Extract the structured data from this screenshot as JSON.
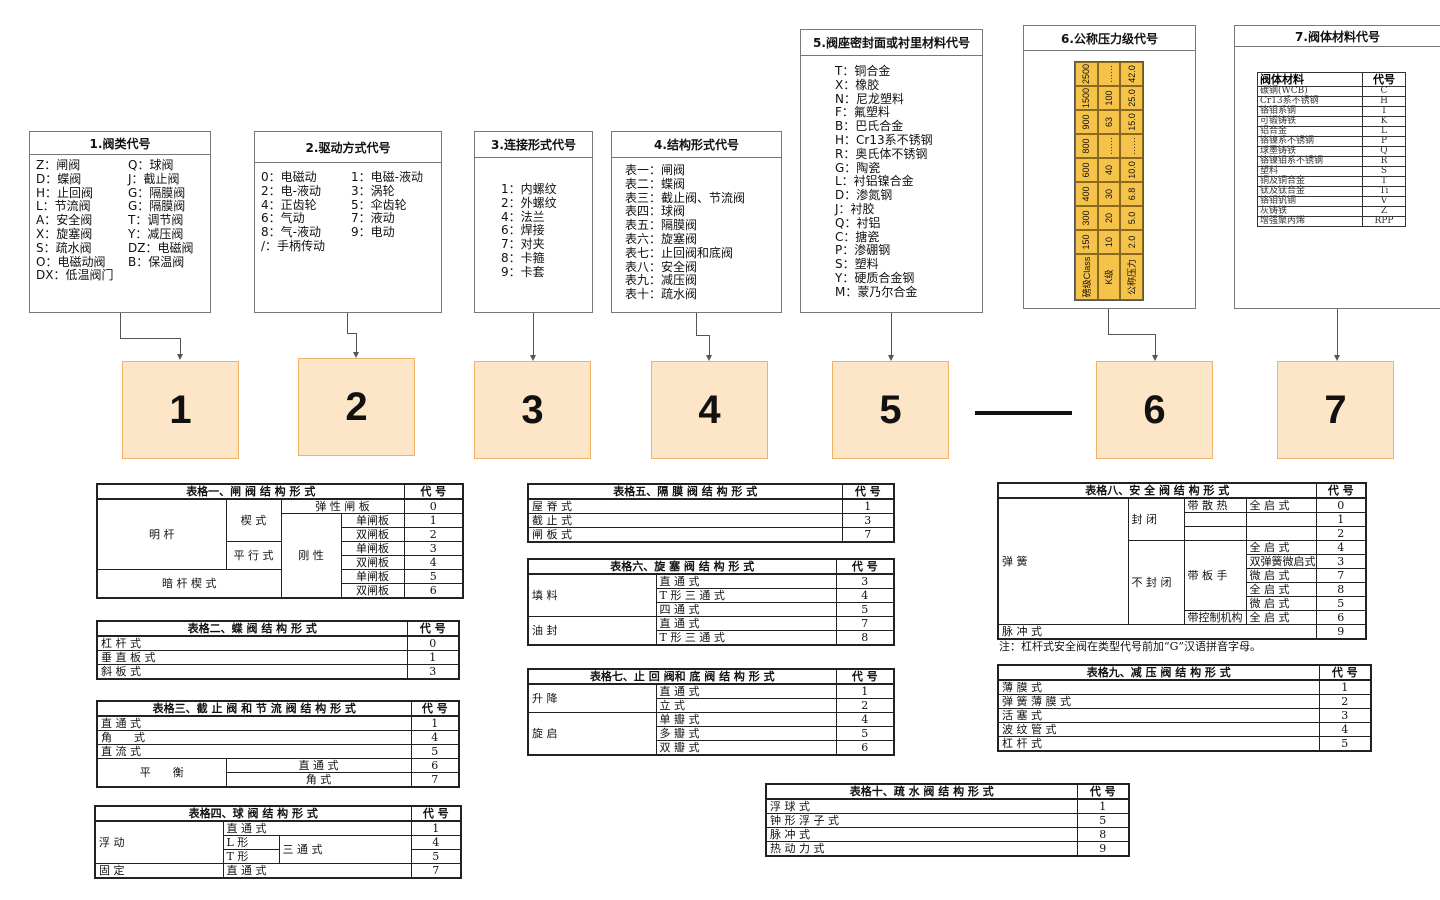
{
  "box1": {
    "title": "1.阀类代号",
    "left": [
      "Z：闸阀",
      "D：蝶阀",
      "H：止回阀",
      "L：节流阀",
      "A：安全阀",
      "X：旋塞阀",
      "S：疏水阀",
      "O：电磁动阀",
      "DX：低温阀门"
    ],
    "right": [
      "Q：球阀",
      "J：截止阀",
      "G：隔膜阀",
      "G：隔膜阀",
      "T：调节阀",
      "Y：减压阀",
      "DZ：电磁阀",
      "B：保温阀"
    ]
  },
  "box2": {
    "title": "2.驱动方式代号",
    "left": [
      "0：电磁动",
      "2：电-液动",
      "4：正齿轮",
      "6：气动",
      "8：气-液动",
      "/：手柄传动"
    ],
    "right": [
      "1：电磁-液动",
      "3：涡轮",
      "5：伞齿轮",
      "7：液动",
      "9：电动"
    ]
  },
  "box3": {
    "title": "3.连接形式代号",
    "items": [
      "1：内螺纹",
      "2：外螺纹",
      "4：法兰",
      "6：焊接",
      "7：对夹",
      "8：卡箍",
      "9：卡套"
    ]
  },
  "box4": {
    "title": "4.结构形式代号",
    "items": [
      "表一：闸阀",
      "表二：蝶阀",
      "表三：截止阀、节流阀",
      "表四：球阀",
      "表五：隔膜阀",
      "表六：旋塞阀",
      "表七：止回阀和底阀",
      "表八：安全阀",
      "表九：减压阀",
      "表十：疏水阀"
    ]
  },
  "box5": {
    "title": "5.阀座密封面或衬里材料代号",
    "items": [
      "T：铜合金",
      "X：橡胶",
      "N：尼龙塑料",
      "F：氟塑料",
      "B：巴氏合金",
      "H：Cr13系不锈钢",
      "R：奥氏体不锈钢",
      "G：陶瓷",
      "L：衬铝镍合金",
      "D：渗氮钢",
      "J：衬胶",
      "Q：衬铝",
      "C：搪瓷",
      "P：渗硼钢",
      "S：塑料",
      "Y：硬质合金钢",
      "M：蒙乃尔合金"
    ]
  },
  "box6": {
    "title": "6.公称压力级代号",
    "rows": [
      [
        "磅级Class",
        "150",
        "300",
        "400",
        "600",
        "800",
        "900",
        "1500",
        "2500"
      ],
      [
        "K级",
        "10",
        "20",
        "30",
        "40",
        "……",
        "63",
        "100",
        "……"
      ],
      [
        "公称压力",
        "2.0",
        "5.0",
        "6.8",
        "10.0",
        "……",
        "15.0",
        "25.0",
        "42.0"
      ]
    ]
  },
  "box7": {
    "title": "7.阀体材料代号",
    "header": [
      "阀体材料",
      "代号"
    ],
    "rows": [
      [
        "碳钢(WCB)",
        "C"
      ],
      [
        "Cr13系不锈钢",
        "H"
      ],
      [
        "铬钼系钢",
        "I"
      ],
      [
        "可锻铸铁",
        "K"
      ],
      [
        "铝合金",
        "L"
      ],
      [
        "铬镍系不锈钢",
        "P"
      ],
      [
        "球墨铸铁",
        "Q"
      ],
      [
        "铬镍钼系不锈钢",
        "R"
      ],
      [
        "塑料",
        "S"
      ],
      [
        "铜及铜合金",
        "T"
      ],
      [
        "钛及钛合金",
        "Ti"
      ],
      [
        "铬钼钒钢",
        "V"
      ],
      [
        "灰铸铁",
        "Z"
      ],
      [
        "增强聚丙烯",
        "RPP"
      ]
    ]
  },
  "digits": [
    "1",
    "2",
    "3",
    "4",
    "5",
    "6",
    "7"
  ],
  "code_header": "代 号",
  "t1": {
    "title": "表格一、闸 阀 结 构 形 式",
    "mingan": "明 杆",
    "xie": "楔 式",
    "ping": "平 行 式",
    "an": "暗 杆 楔 式",
    "tan": "弹 性 闸 板",
    "gang": "刚 性",
    "dan": "单闸板",
    "shuang": "双闸板",
    "codes": [
      "0",
      "1",
      "2",
      "3",
      "4",
      "5",
      "6"
    ]
  },
  "t2": {
    "title": "表格二、蝶 阀 结 构 形 式",
    "rows": [
      [
        "杠 杆 式",
        "0"
      ],
      [
        "垂 直 板 式",
        "1"
      ],
      [
        "斜 板 式",
        "3"
      ]
    ]
  },
  "t3": {
    "title": "表格三、截 止 阀 和 节 流 阀 结 构 形 式",
    "rows": [
      [
        "直 通 式",
        "1"
      ],
      [
        "角　　式",
        "4"
      ],
      [
        "直 流 式",
        "5"
      ]
    ],
    "ph": "平　　衡",
    "sub": [
      [
        "直 通 式",
        "6"
      ],
      [
        "角 式",
        "7"
      ]
    ]
  },
  "t4": {
    "title": "表格四、球 阀 结 构 形 式",
    "fu": "浮 动",
    "gd": "固 定",
    "zt": "直 通 式",
    "l": "L 形",
    "tx": "T 形",
    "st": "三 通 式",
    "codes": [
      "1",
      "4",
      "5",
      "7"
    ]
  },
  "t5": {
    "title": "表格五、隔 膜 阀 结 构 形 式",
    "rows": [
      [
        "屋 脊 式",
        "1"
      ],
      [
        "截 止 式",
        "3"
      ],
      [
        "闸 板 式",
        "7"
      ]
    ]
  },
  "t6": {
    "title": "表格六、旋 塞 阀 结 构 形 式",
    "g1": "填 料",
    "g2": "油 封",
    "rows": [
      [
        "直 通 式",
        "3"
      ],
      [
        "T 形 三 通 式",
        "4"
      ],
      [
        "四 通 式",
        "5"
      ],
      [
        "直 通 式",
        "7"
      ],
      [
        "T 形 三 通 式",
        "8"
      ]
    ]
  },
  "t7": {
    "title": "表格七、止 回 阀和 底 阀 结 构 形 式",
    "g1": "升 降",
    "g2": "旋 启",
    "rows": [
      [
        "直 通 式",
        "1"
      ],
      [
        "立 式",
        "2"
      ],
      [
        "单 瓣 式",
        "4"
      ],
      [
        "多 瓣 式",
        "5"
      ],
      [
        "双 瓣 式",
        "6"
      ]
    ]
  },
  "t8": {
    "title": "表格八、安 全 阀 结 构 形 式",
    "th": "弹 簧",
    "fb": "封 闭",
    "bfb": "不 封 闭",
    "srs": "带 散 热",
    "bs": "带 板 手",
    "kz": "带控制机构",
    "rows": [
      [
        "全 启 式",
        "0"
      ],
      [
        "",
        "1"
      ],
      [
        "",
        "2"
      ],
      [
        "全 启 式",
        "4"
      ],
      [
        "双弹簧微启式",
        "3"
      ],
      [
        "微 启 式",
        "7"
      ],
      [
        "全 启 式",
        "8"
      ],
      [
        "微 启 式",
        "5"
      ],
      [
        "全 启 式",
        "6"
      ]
    ],
    "mc": "脉 冲 式",
    "mc_code": "9",
    "note": "注：杠杆式安全阀在类型代号前加“G”汉语拼音字母。"
  },
  "t9": {
    "title": "表格九、减 压 阀 结 构 形 式",
    "rows": [
      [
        "薄 膜 式",
        "1"
      ],
      [
        "弹 簧 薄 膜 式",
        "2"
      ],
      [
        "活 塞 式",
        "3"
      ],
      [
        "波 纹 管 式",
        "4"
      ],
      [
        "杠 杆 式",
        "5"
      ]
    ]
  },
  "t10": {
    "title": "表格十、疏 水 阀 结 构 形 式",
    "rows": [
      [
        "浮 球 式",
        "1"
      ],
      [
        "钟 形 浮 子 式",
        "5"
      ],
      [
        "脉 冲 式",
        "8"
      ],
      [
        "热 动 力 式",
        "9"
      ]
    ]
  }
}
